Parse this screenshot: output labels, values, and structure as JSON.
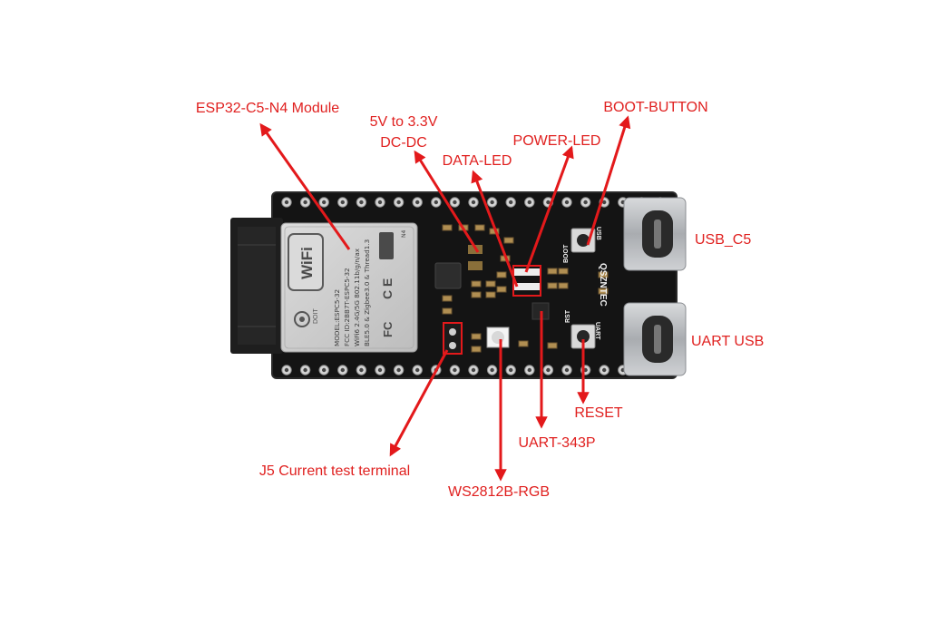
{
  "colors": {
    "annotation": "#e0201f",
    "board": "#121212",
    "module": "#cfcfcf",
    "usb_shell": "#b9bcc0"
  },
  "module": {
    "wifi_badge": "WiFi",
    "model_line": "MODEL:ESPC5-32",
    "fcc_line": "FCC ID:2BB7T-ESPC5-32",
    "wifi_line": "WiFi6 2.4G/5G 802.11b/g/n/ax",
    "ble_line": "BLE5.0 & Zigbee3.0 & Thread1.3",
    "brand": "DOIT",
    "variant": "N4"
  },
  "board": {
    "brand_text": "QSZNTEC",
    "usb_top_text": "USB",
    "usb_bottom_text": "UART",
    "boot_text": "BOOT",
    "rst_text": "RST"
  },
  "annotations": [
    {
      "id": "module",
      "text": "ESP32-C5-N4 Module"
    },
    {
      "id": "dcdc_line1",
      "text": "5V to 3.3V"
    },
    {
      "id": "dcdc_line2",
      "text": "DC-DC"
    },
    {
      "id": "data_led",
      "text": "DATA-LED"
    },
    {
      "id": "power_led",
      "text": "POWER-LED"
    },
    {
      "id": "boot_button",
      "text": "BOOT-BUTTON"
    },
    {
      "id": "usb_c5",
      "text": "USB_C5"
    },
    {
      "id": "uart_usb",
      "text": "UART USB"
    },
    {
      "id": "reset",
      "text": "RESET"
    },
    {
      "id": "uart_chip",
      "text": "UART-343P"
    },
    {
      "id": "ws2812",
      "text": "WS2812B-RGB"
    },
    {
      "id": "j5",
      "text": "J5 Current test terminal"
    }
  ]
}
